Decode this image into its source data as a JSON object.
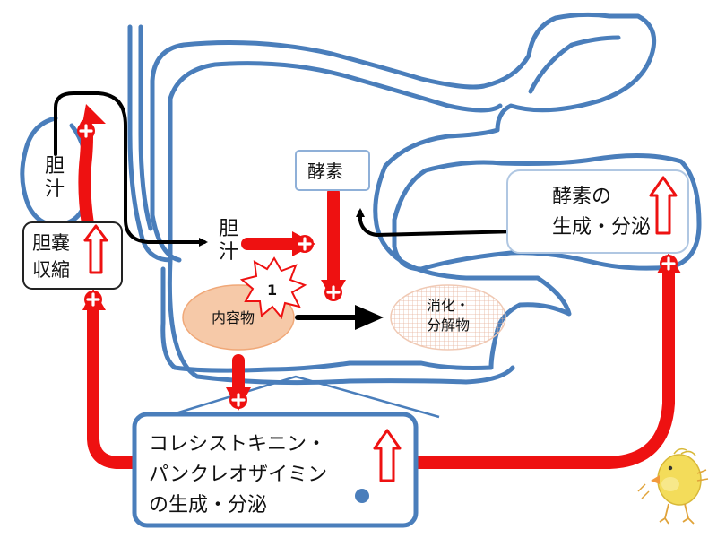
{
  "labels": {
    "bile_upper": "胆\n汁",
    "bile_lower": "胆\n汁",
    "gallbladder_contraction": "胆嚢\n収縮",
    "enzyme": "酵素",
    "enzyme_production": "酵素の\n生成・分泌",
    "contents": "内容物",
    "digestion": "消化・\n分解物",
    "cck": "コレシストキニン・\nパンクレオザイミン\nの生成・分泌",
    "step_number": "1"
  },
  "symbols": {
    "plus": "+"
  },
  "colors": {
    "organ_outline": "#4a7ebb",
    "stimulus": "#ee1111",
    "flow": "#000000",
    "contents_fill": "#f6c9a8",
    "digestion_grid": "#e8b8a0"
  },
  "icons": [
    "up-arrow-icon",
    "starburst-icon",
    "plus-icon",
    "chick-illustration"
  ]
}
